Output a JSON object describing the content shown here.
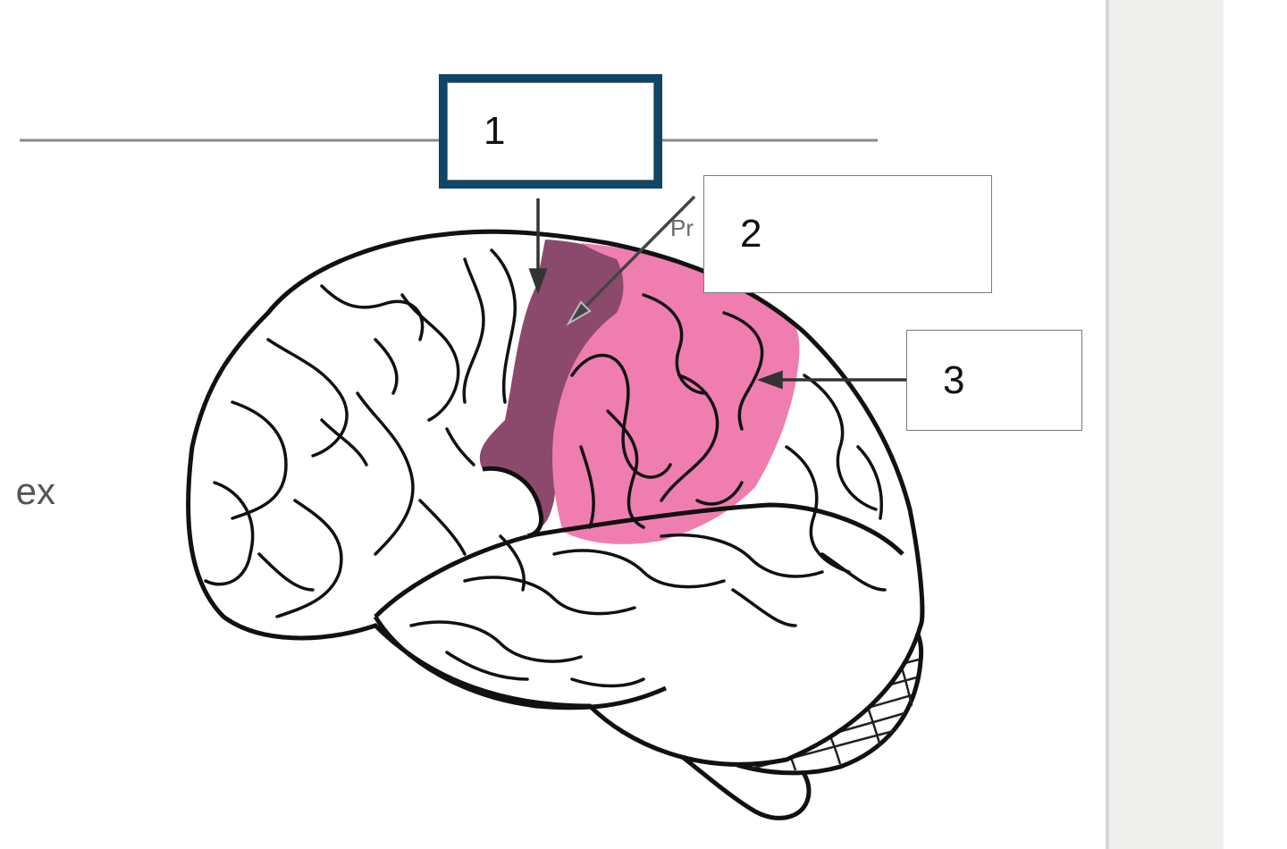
{
  "labels": {
    "box1": "1",
    "box2": "2",
    "box3": "3"
  },
  "fragments": {
    "left_text": "ex",
    "hidden_label": "Pr"
  },
  "colors": {
    "highlight_dark": "#8b4a6b",
    "highlight_pink": "#f07daf",
    "selected_border": "#0f4566",
    "gutter": "#efefed"
  }
}
